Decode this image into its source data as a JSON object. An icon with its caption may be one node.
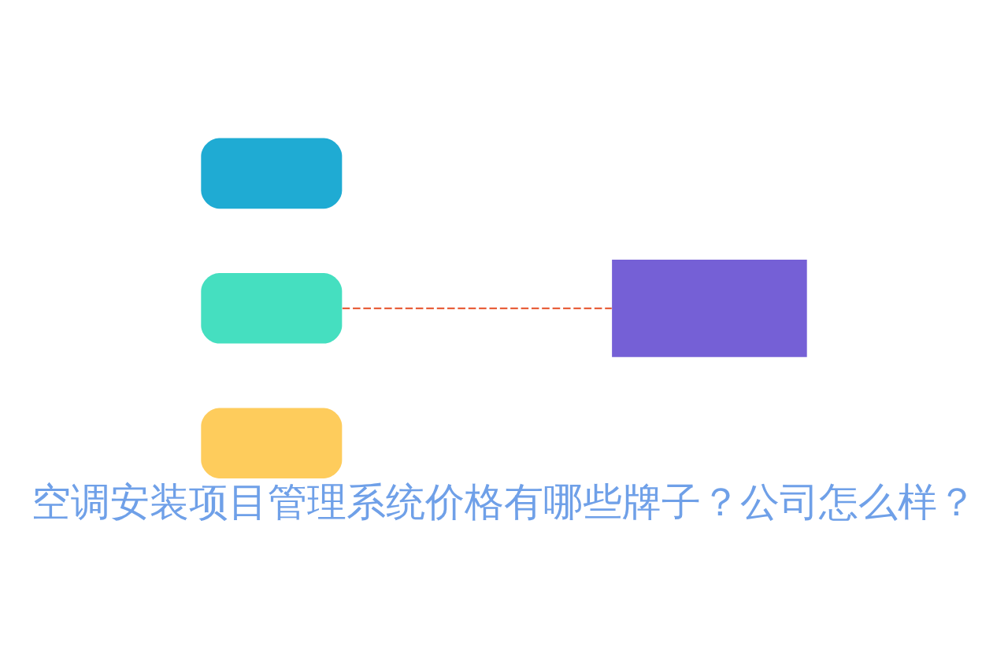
{
  "diagram": {
    "title": "空调安装项目管理系统价格有哪些牌子？公司怎么样？",
    "nodes": [
      {
        "text": [],
        "shape": "box"
      },
      {
        "text": [],
        "shape": "box"
      },
      {
        "text": [],
        "shape": "box"
      },
      {
        "text": [],
        "shape": "box"
      }
    ],
    "edges": [
      {
        "from": 1,
        "to": 3,
        "arrow": "none",
        "style": "dashed"
      }
    ]
  }
}
